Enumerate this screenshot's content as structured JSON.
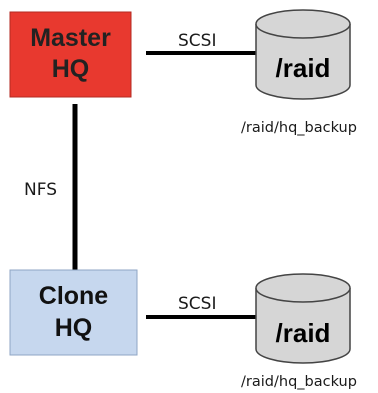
{
  "colors": {
    "master_fill": "#e8392f",
    "master_text": "#222222",
    "clone_fill": "#c6d7ee",
    "clone_text": "#111111",
    "disk_fill": "#d6d6d6",
    "line": "#000000"
  },
  "nodes": {
    "master": {
      "line1": "Master",
      "line2": "HQ"
    },
    "clone": {
      "line1": "Clone",
      "line2": "HQ"
    },
    "master_disk": {
      "label": "/raid",
      "path": "/raid/hq_backup"
    },
    "clone_disk": {
      "label": "/raid",
      "path": "/raid/hq_backup"
    }
  },
  "edges": {
    "master_scsi": "SCSI",
    "clone_scsi": "SCSI",
    "nfs": "NFS"
  }
}
